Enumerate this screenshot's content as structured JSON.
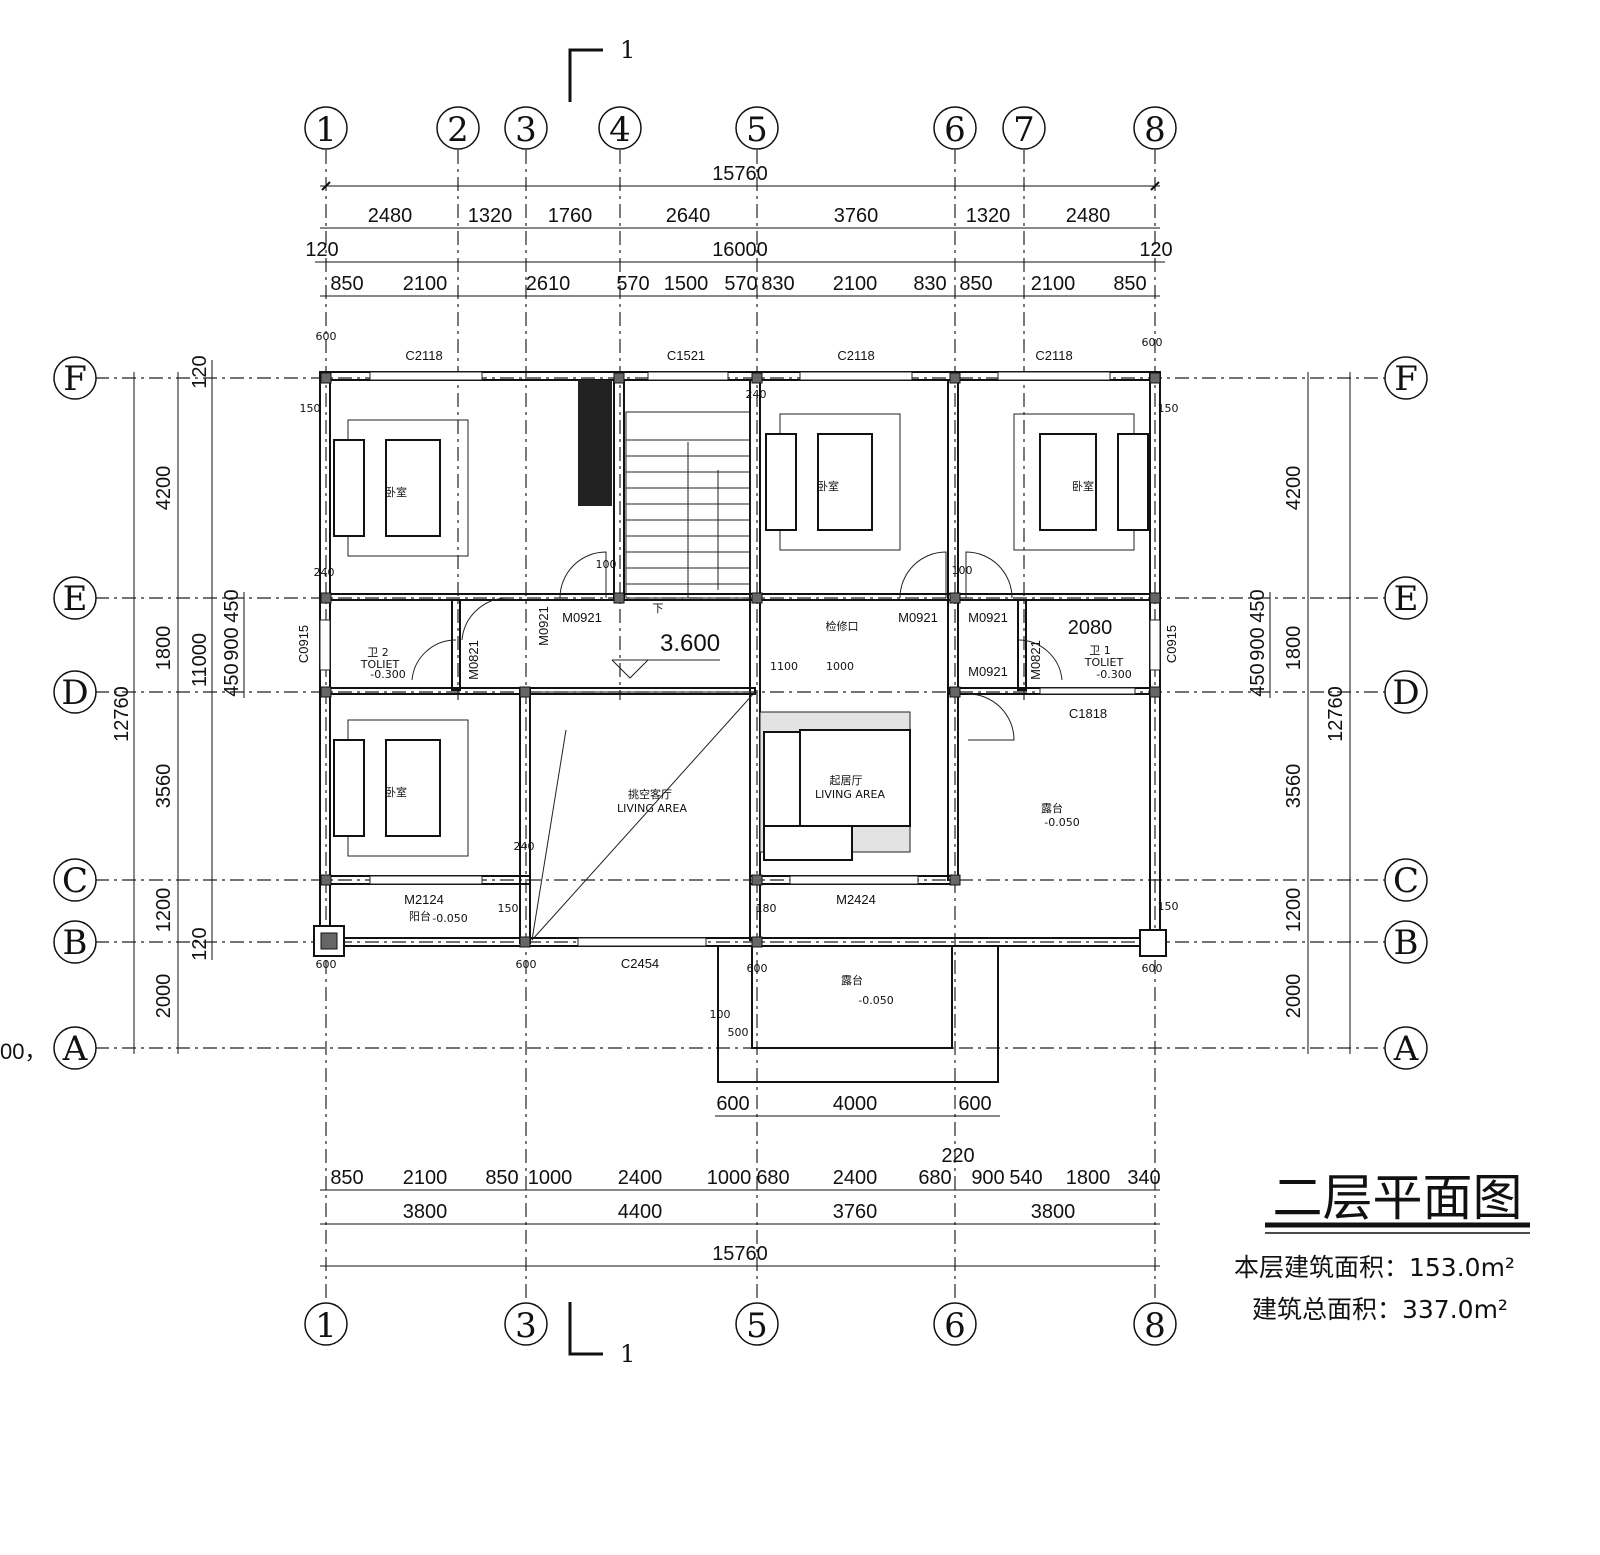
{
  "title": "二层平面图",
  "floor_area": "本层建筑面积：153.0m²",
  "total_area": "建筑总面积：337.0m²",
  "level_mark": "3.600",
  "section_label": "1",
  "left_edge_text": "00，",
  "grid_cols": [
    "1",
    "2",
    "3",
    "4",
    "5",
    "6",
    "7",
    "8"
  ],
  "grid_cols_bottom": [
    "1",
    "3",
    "5",
    "6",
    "8"
  ],
  "grid_rows": [
    "F",
    "E",
    "D",
    "C",
    "B",
    "A"
  ],
  "top_dims": {
    "overall": "15760",
    "axis_row": [
      "2480",
      "1320",
      "1760",
      "2640",
      "3760",
      "1320",
      "2480"
    ],
    "outer": "16000",
    "outer_left": "120",
    "outer_right": "120",
    "openings": [
      "850",
      "2100",
      "2610",
      "570",
      "1500",
      "570",
      "830",
      "2100",
      "830",
      "850",
      "2100",
      "850"
    ]
  },
  "bottom_dims": {
    "openings": [
      "850",
      "2100",
      "850",
      "1000",
      "2400",
      "1000",
      "680",
      "2400",
      "680",
      "900",
      "540",
      "1800",
      "340"
    ],
    "axis_row": [
      "3800",
      "4400",
      "3760",
      "3800"
    ],
    "overall": "15760",
    "terrace": [
      "600",
      "4000",
      "600"
    ],
    "extra": "220"
  },
  "left_dims": {
    "axis": [
      "4200",
      "1800",
      "3560",
      "1200",
      "2000"
    ],
    "overall": "12760",
    "mid": "11000",
    "mid_top": "120",
    "mid_bottom": "120",
    "window": [
      "450",
      "900",
      "450"
    ]
  },
  "right_dims": {
    "axis": [
      "4200",
      "1800",
      "3560",
      "1200",
      "2000"
    ],
    "overall": "12760",
    "window": [
      "450",
      "900",
      "450"
    ]
  },
  "windows": [
    "C2118",
    "C1521",
    "C2118",
    "C2118",
    "C0915",
    "C0915",
    "C1818",
    "C2454"
  ],
  "doors": [
    "M0921",
    "M0921",
    "M0921",
    "M0921",
    "M0921",
    "M0821",
    "M0821",
    "M2124",
    "M2424"
  ],
  "rooms": {
    "bedroom": "卧室",
    "toilet2": "卫 2",
    "toilet1": "卫 1",
    "toilet_en": "TOLIET",
    "toilet_level": "-0.300",
    "void_living": "挑空客厅",
    "living_en": "LIVING  AREA",
    "family_living": "起居厅",
    "terrace": "露台",
    "terrace_level": "-0.050",
    "balcony": "阳台",
    "balcony_level": "-0.050",
    "access": "检修口",
    "stair_down": "下"
  },
  "small_dims": [
    "600",
    "150",
    "240",
    "100",
    "1100",
    "1000",
    "2080",
    "180",
    "500"
  ]
}
